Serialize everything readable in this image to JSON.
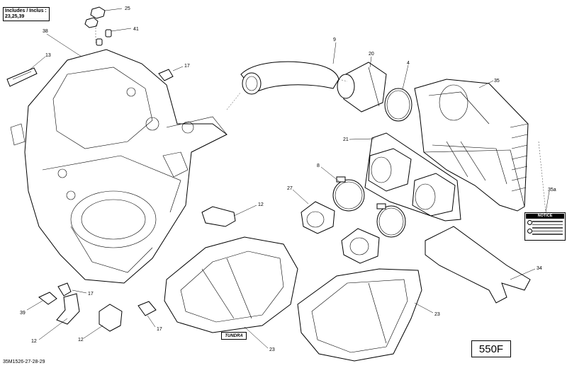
{
  "includes_note": {
    "line1": "Includes / Inclus :",
    "line2": "23,25,39"
  },
  "callouts": {
    "c25": "25",
    "c41": "41",
    "c38": "38",
    "c13": "13",
    "c17a": "17",
    "c9": "9",
    "c20": "20",
    "c4": "4",
    "c35": "35",
    "c21": "21",
    "c8": "8",
    "c27": "27",
    "c12a": "12",
    "c35a": "35a",
    "c34": "34",
    "c17b": "17",
    "c39": "39",
    "c12b": "12",
    "c12c": "12",
    "c17c": "17",
    "c23a": "23",
    "c23b": "23"
  },
  "notice_label": "NOTICE",
  "variant_label": "TUNDRA",
  "model_label": "550F",
  "doc_code": "35M1526-27-28-29"
}
